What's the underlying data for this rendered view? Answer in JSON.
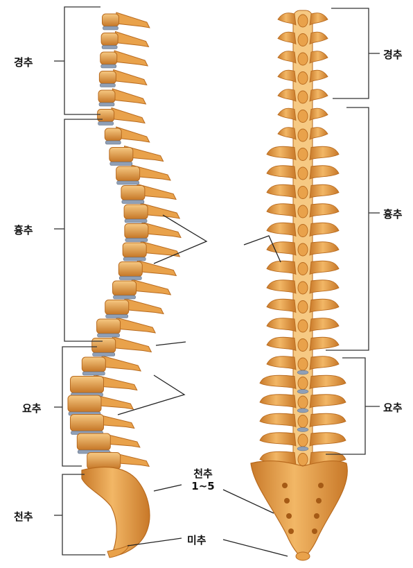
{
  "diagram": {
    "left_view": {
      "cervical": "경추",
      "thoracic": "흉추",
      "lumbar": "요추",
      "sacral": "천추"
    },
    "right_view": {
      "cervical": "경추",
      "thoracic": "흉추",
      "lumbar": "요추"
    },
    "center": {
      "sacrum_line1": "천추",
      "sacrum_line2": "1~5",
      "coccyx": "미추"
    },
    "colors": {
      "bone": "#e9a24b",
      "bone_dark": "#b86a1e",
      "bone_light": "#f6c983",
      "disc": "#8f9fb6",
      "bracket": "#333333"
    }
  }
}
